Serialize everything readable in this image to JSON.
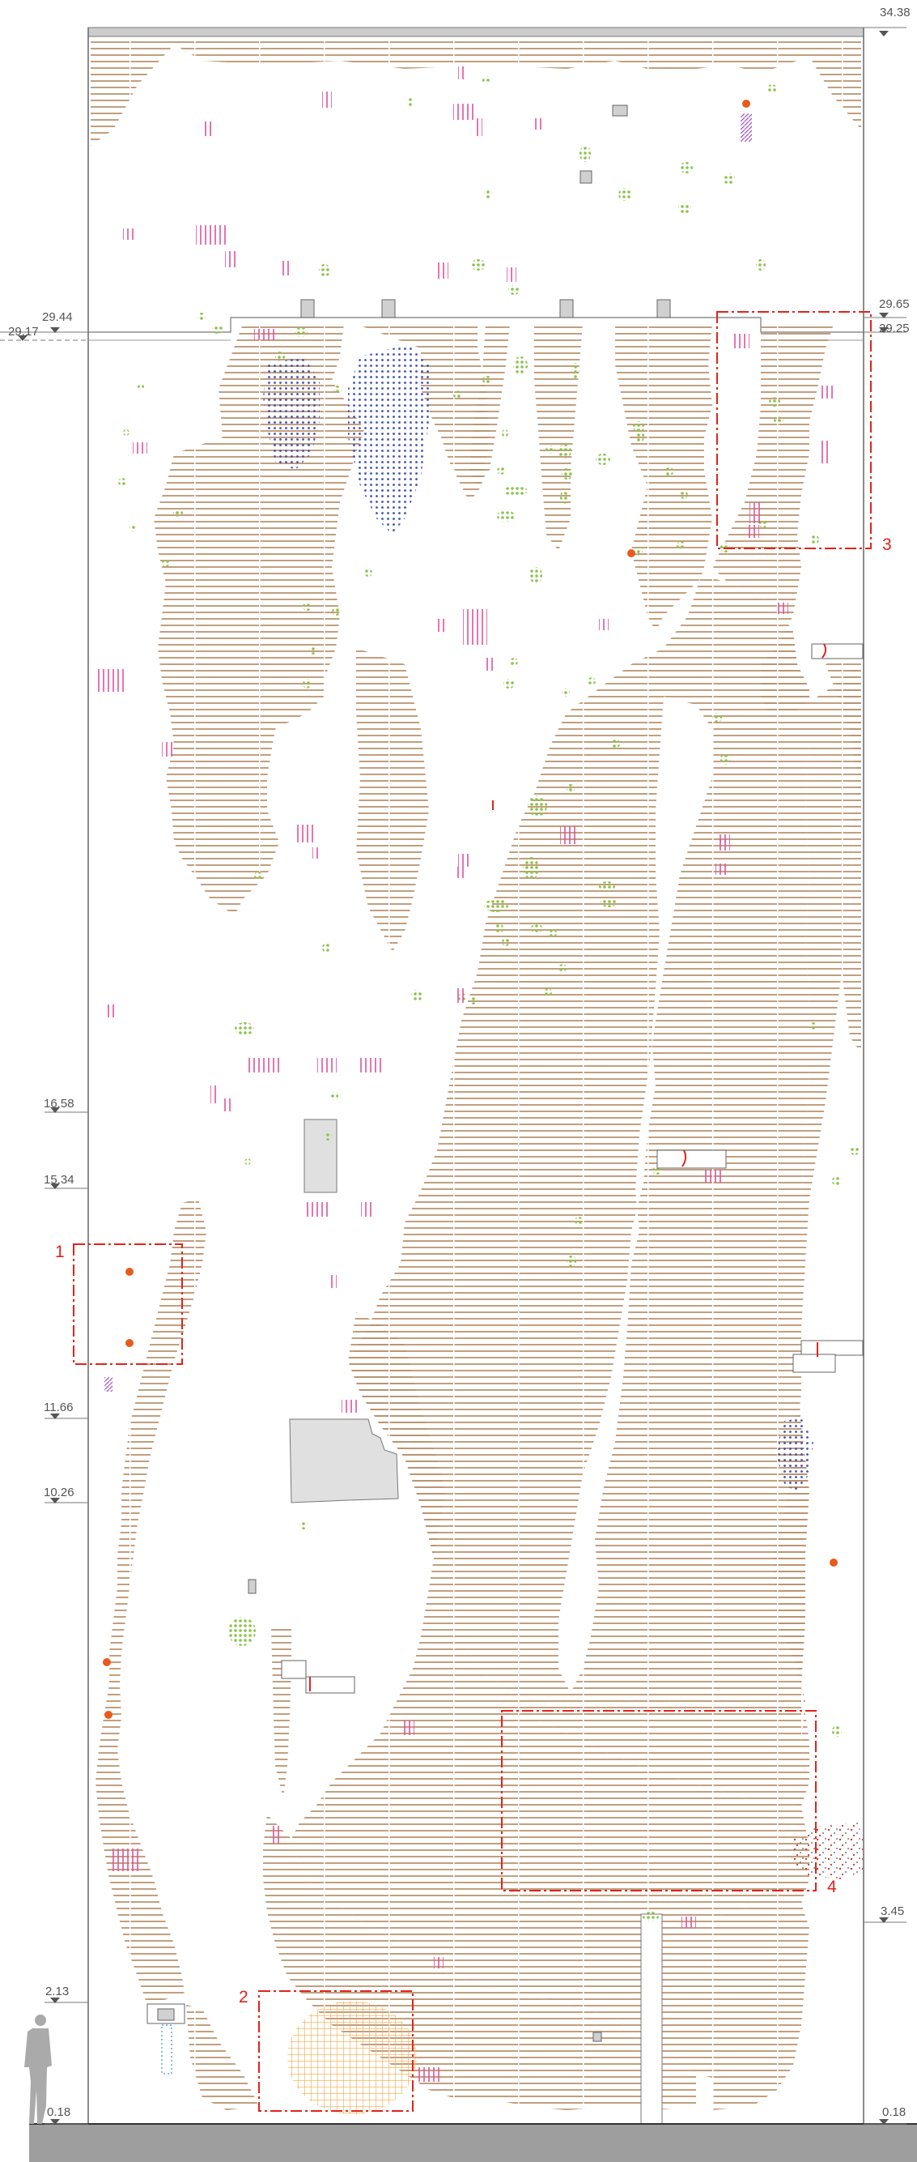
{
  "levels": {
    "top_right": "34.38",
    "roof_left_upper": "29.44",
    "roof_left_lower": "29.17",
    "roof_right_upper": "29.65",
    "roof_right_lower": "29.25",
    "left_16": "16.58",
    "left_15": "15.34",
    "left_11": "11.66",
    "left_10": "10.26",
    "right_3": "3.45",
    "left_2": "2.13",
    "ground_left": "0.18",
    "ground_right": "0.18"
  },
  "detail_tags": {
    "d1": "1",
    "d2": "2",
    "d3": "3",
    "d4": "4"
  },
  "colors": {
    "plaster_hatch": "#b8916c",
    "moss": "#8bc34a",
    "graffiti": "#e0529c",
    "biological": "#3f51b5",
    "detail_frame": "#e2231a",
    "red_dot": "#e85a1c",
    "ground": "#9e9e9e",
    "orange_mesh": "#f5a742",
    "water_trace": "#5aa8e0"
  },
  "icons": {
    "level_marker": "level-triangle-icon",
    "human_scale": "human-figure-icon"
  }
}
